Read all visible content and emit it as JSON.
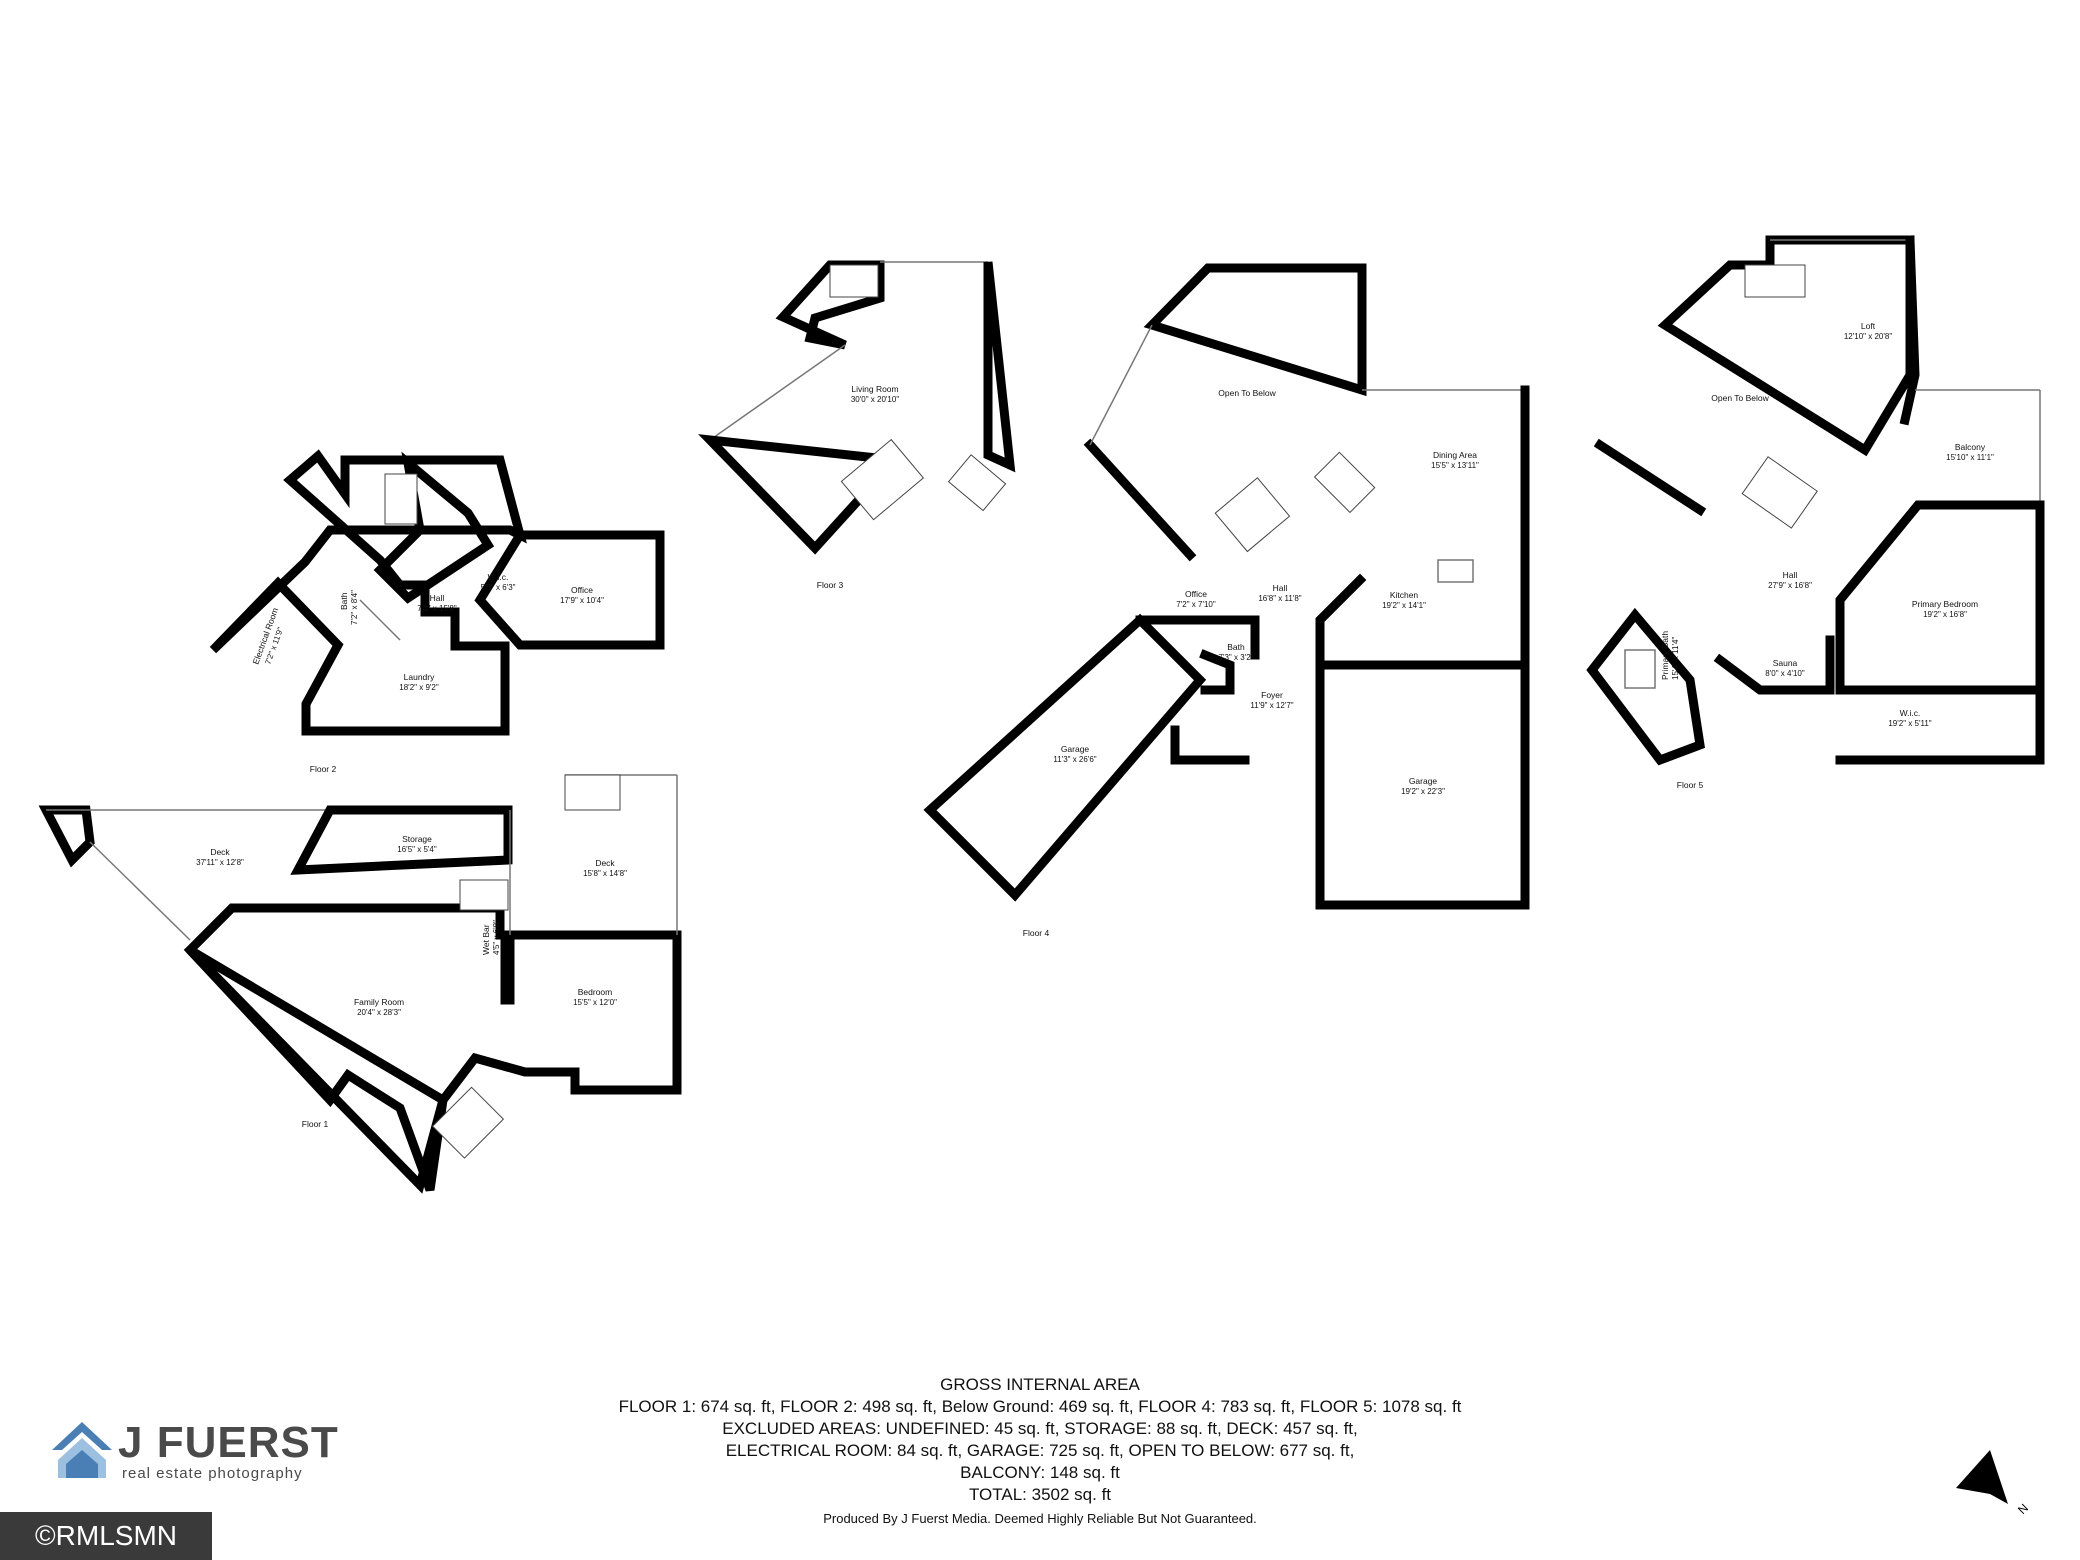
{
  "floors": [
    {
      "label": "Floor 1",
      "rooms": [
        {
          "name": "Deck",
          "dim": "37'11\" x 12'8\""
        },
        {
          "name": "Storage",
          "dim": "16'5\" x 5'4\""
        },
        {
          "name": "Deck",
          "dim": "15'8\" x 14'8\""
        },
        {
          "name": "Wet Bar",
          "dim": "4'5\" x 6'8\""
        },
        {
          "name": "Family Room",
          "dim": "20'4\" x 28'3\""
        },
        {
          "name": "Bedroom",
          "dim": "15'5\" x 12'0\""
        }
      ]
    },
    {
      "label": "Floor 2",
      "rooms": [
        {
          "name": "Electrical Room",
          "dim": "7'2\" x 11'9\""
        },
        {
          "name": "Bath",
          "dim": "7'2\" x 8'4\""
        },
        {
          "name": "Hall",
          "dim": "7'3\" x 15'8\""
        },
        {
          "name": "W.i.c.",
          "dim": "5'3\" x 6'3\""
        },
        {
          "name": "Office",
          "dim": "17'9\" x 10'4\""
        },
        {
          "name": "Laundry",
          "dim": "18'2\" x 9'2\""
        }
      ]
    },
    {
      "label": "Floor 3",
      "rooms": [
        {
          "name": "Living Room",
          "dim": "30'0\" x 20'10\""
        }
      ]
    },
    {
      "label": "Floor 4",
      "rooms": [
        {
          "name": "Open To Below",
          "dim": ""
        },
        {
          "name": "Dining Area",
          "dim": "15'5\" x 13'11\""
        },
        {
          "name": "Office",
          "dim": "7'2\" x 7'10\""
        },
        {
          "name": "Hall",
          "dim": "16'8\" x 11'8\""
        },
        {
          "name": "Kitchen",
          "dim": "19'2\" x 14'1\""
        },
        {
          "name": "Bath",
          "dim": "7'3\" x 3'2\""
        },
        {
          "name": "Foyer",
          "dim": "11'9\" x 12'7\""
        },
        {
          "name": "Garage",
          "dim": "11'3\" x 26'6\""
        },
        {
          "name": "Garage",
          "dim": "19'2\" x 22'3\""
        }
      ]
    },
    {
      "label": "Floor 5",
      "rooms": [
        {
          "name": "Loft",
          "dim": "12'10\" x 20'8\""
        },
        {
          "name": "Open To Below",
          "dim": ""
        },
        {
          "name": "Balcony",
          "dim": "15'10\" x 11'1\""
        },
        {
          "name": "Hall",
          "dim": "27'9\" x 16'8\""
        },
        {
          "name": "Primary Bedroom",
          "dim": "19'2\" x 16'8\""
        },
        {
          "name": "Primary Bath",
          "dim": "15'4\" x 11'4\""
        },
        {
          "name": "Sauna",
          "dim": "8'0\" x 4'10\""
        },
        {
          "name": "W.i.c.",
          "dim": "19'2\" x 5'11\""
        }
      ]
    }
  ],
  "summary": {
    "heading": "GROSS INTERNAL AREA",
    "lines": [
      "FLOOR 1: 674 sq. ft, FLOOR 2: 498 sq. ft, Below Ground: 469 sq. ft, FLOOR 4: 783 sq. ft, FLOOR 5: 1078 sq. ft",
      "EXCLUDED AREAS: UNDEFINED: 45 sq. ft, STORAGE: 88 sq. ft, DECK: 457 sq. ft,",
      "ELECTRICAL ROOM: 84 sq. ft, GARAGE: 725 sq. ft, OPEN TO BELOW: 677 sq. ft,",
      "BALCONY: 148 sq. ft",
      "TOTAL: 3502 sq. ft"
    ],
    "credit": "Produced By J Fuerst Media. Deemed Highly Reliable But Not Guaranteed."
  },
  "brand": {
    "name": "J FUERST",
    "tagline": "real estate photography",
    "color": "#4a7fb5"
  },
  "watermark": "©RMLSMN",
  "compass_label": "N"
}
